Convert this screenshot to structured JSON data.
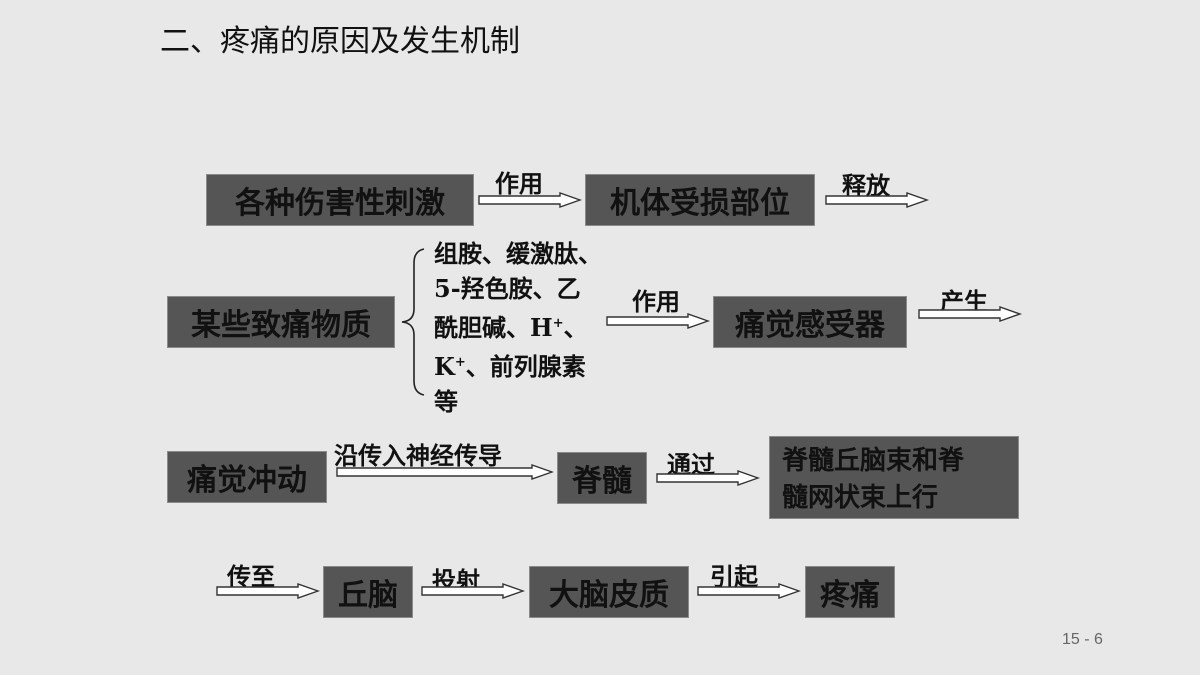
{
  "title": "二、疼痛的原因及发生机制",
  "row1": {
    "box1": "各种伤害性刺激",
    "label1": "作用",
    "box2": "机体受损部位",
    "label2": "释放"
  },
  "row2": {
    "box1": "某些致痛物质",
    "list": {
      "line1": "组胺、缓激肽、",
      "line2": "5-羟色胺、乙",
      "line3a": "酰胆碱、H",
      "line3sup": "+",
      "line3b": "、",
      "line4a": "K",
      "line4sup": "+",
      "line4b": "、前列腺素",
      "line5": "等"
    },
    "label1": "作用",
    "box2": "痛觉感受器",
    "label2": "产生"
  },
  "row3": {
    "box1": "痛觉冲动",
    "label1": "沿传入神经传导",
    "box2": "脊髓",
    "label2": "通过",
    "box3_line1": "脊髓丘脑束和脊",
    "box3_line2": "髓网状束上行"
  },
  "row4": {
    "label1": "传至",
    "box1": "丘脑",
    "label2": "投射",
    "box2": "大脑皮质",
    "label3": "引起",
    "box3": "疼痛"
  },
  "page_number": "15 - 6"
}
